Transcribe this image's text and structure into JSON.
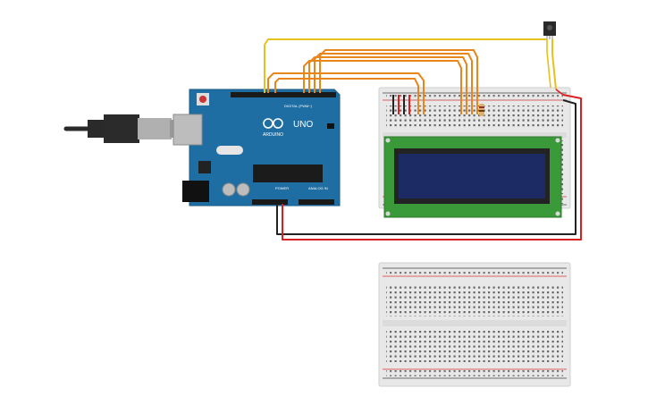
{
  "arduino": {
    "model_label": "UNO",
    "brand_label": "ARDUINO",
    "digital_header_label": "DIGITAL (PWM~)",
    "power_header_label": "POWER",
    "analog_header_label": "ANALOG IN",
    "board_color": "#1f6ea3",
    "usb_cable_color": "#2a2a2a"
  },
  "breadboards": [
    {
      "name": "top-breadboard",
      "rail_positive_color": "#d33",
      "rail_negative_color": "#333"
    },
    {
      "name": "bottom-breadboard",
      "rail_positive_color": "#d33",
      "rail_negative_color": "#333"
    }
  ],
  "lcd": {
    "pcb_color": "#3a9a3a",
    "screen_color": "#1c2b63"
  },
  "sensor": {
    "icon": "ir-receiver-icon"
  },
  "wire_colors": {
    "orange": "#e8861c",
    "yellow": "#e6c21a",
    "red": "#d92020",
    "black": "#222222"
  }
}
